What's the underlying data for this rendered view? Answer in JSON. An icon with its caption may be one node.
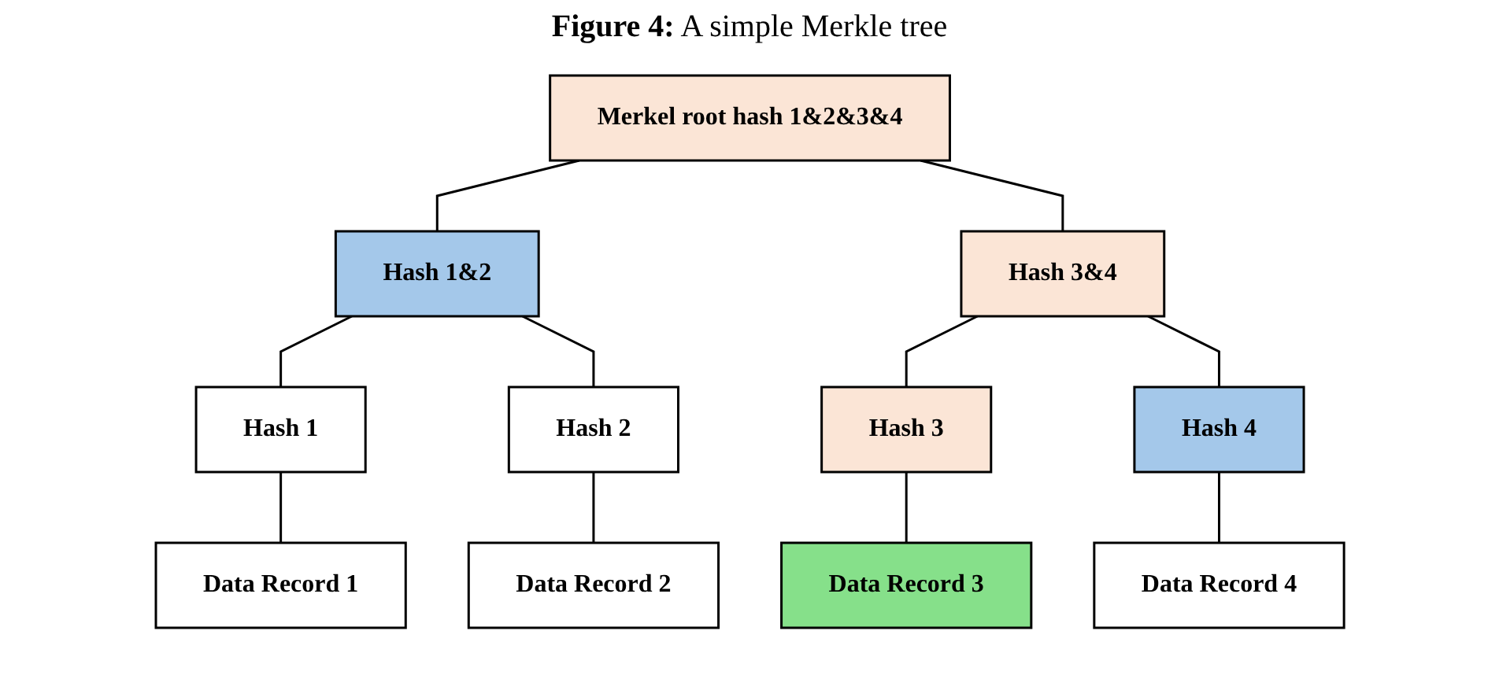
{
  "diagram": {
    "title": "**Figure 4:** A simple Merkle tree",
    "nodes": [
      {
        "text": [
          "Merkel root hash 1&2&3&4"
        ]
      },
      {
        "text": [
          "Hash 1&2"
        ]
      },
      {
        "text": [
          "Hash 3&4"
        ]
      },
      {
        "text": [
          "Hash 1"
        ]
      },
      {
        "text": [
          "Hash 2"
        ]
      },
      {
        "text": [
          "Hash 3"
        ]
      },
      {
        "text": [
          "Hash 4"
        ]
      },
      {
        "text": [
          "Data Record 1"
        ]
      },
      {
        "text": [
          "Data Record 2"
        ]
      },
      {
        "text": [
          "Data Record 3"
        ]
      },
      {
        "text": [
          "Data Record 4"
        ]
      }
    ],
    "edges": [
      {
        "from": 0,
        "to": 1,
        "arrow": "none"
      },
      {
        "from": 0,
        "to": 2,
        "arrow": "none"
      },
      {
        "from": 1,
        "to": 3,
        "arrow": "none"
      },
      {
        "from": 1,
        "to": 4,
        "arrow": "none"
      },
      {
        "from": 2,
        "to": 5,
        "arrow": "none"
      },
      {
        "from": 2,
        "to": 6,
        "arrow": "none"
      },
      {
        "from": 3,
        "to": 7,
        "arrow": "none"
      },
      {
        "from": 4,
        "to": 8,
        "arrow": "none"
      },
      {
        "from": 5,
        "to": 9,
        "arrow": "none"
      },
      {
        "from": 6,
        "to": 10,
        "arrow": "none"
      }
    ]
  }
}
